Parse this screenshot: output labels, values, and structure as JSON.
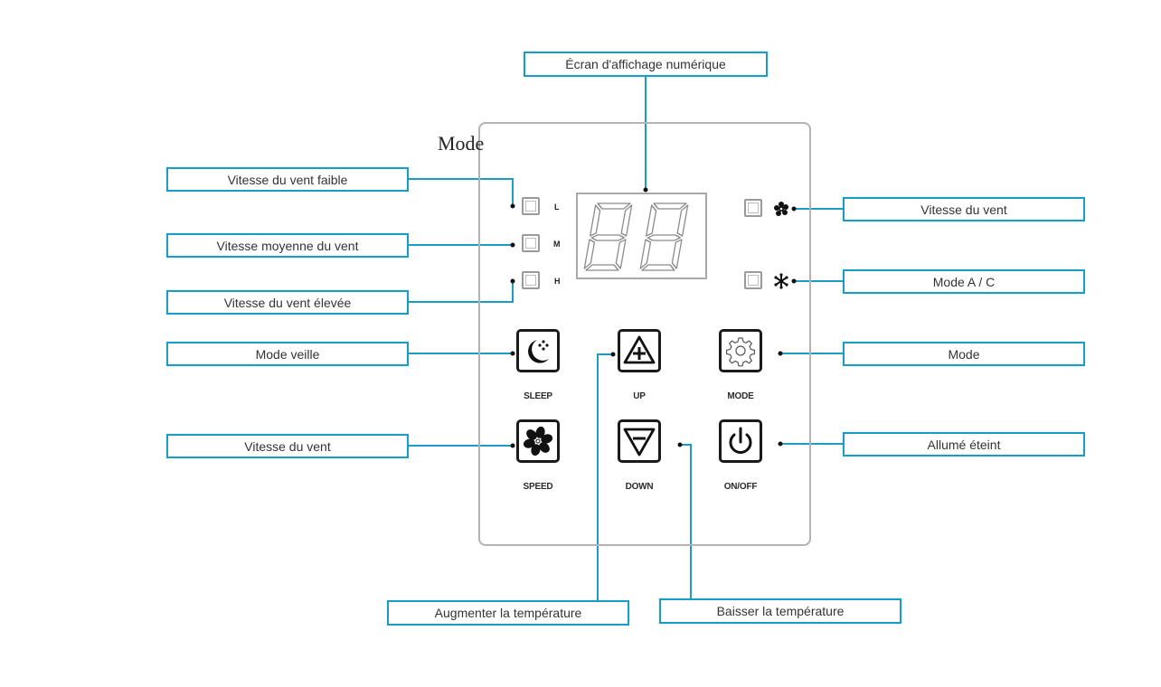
{
  "diagram": {
    "title_label": "Mode",
    "accent_color": "#1a9cc7",
    "display": {
      "digits": "88",
      "callout": "Écran d'affichage numérique"
    },
    "indicators_left": [
      {
        "letter": "L",
        "callout": "Vitesse du vent faible"
      },
      {
        "letter": "M",
        "callout": "Vitesse moyenne du vent"
      },
      {
        "letter": "H",
        "callout": "Vitesse du vent élevée"
      }
    ],
    "indicators_right": [
      {
        "icon": "fan-icon",
        "callout": "Vitesse du vent"
      },
      {
        "icon": "snowflake-icon",
        "callout": "Mode A / C"
      }
    ],
    "buttons": [
      {
        "key": "sleep",
        "label": "SLEEP",
        "icon": "moon-stars-icon",
        "callout": "Mode veille"
      },
      {
        "key": "up",
        "label": "UP",
        "icon": "triangle-plus-icon",
        "callout": "Augmenter la température"
      },
      {
        "key": "mode",
        "label": "MODE",
        "icon": "gear-icon",
        "callout": "Mode"
      },
      {
        "key": "speed",
        "label": "SPEED",
        "icon": "fan-icon",
        "callout": "Vitesse du vent"
      },
      {
        "key": "down",
        "label": "DOWN",
        "icon": "triangle-minus-icon",
        "callout": "Baisser la température"
      },
      {
        "key": "onoff",
        "label": "ON/OFF",
        "icon": "power-icon",
        "callout": "Allumé éteint"
      }
    ]
  }
}
